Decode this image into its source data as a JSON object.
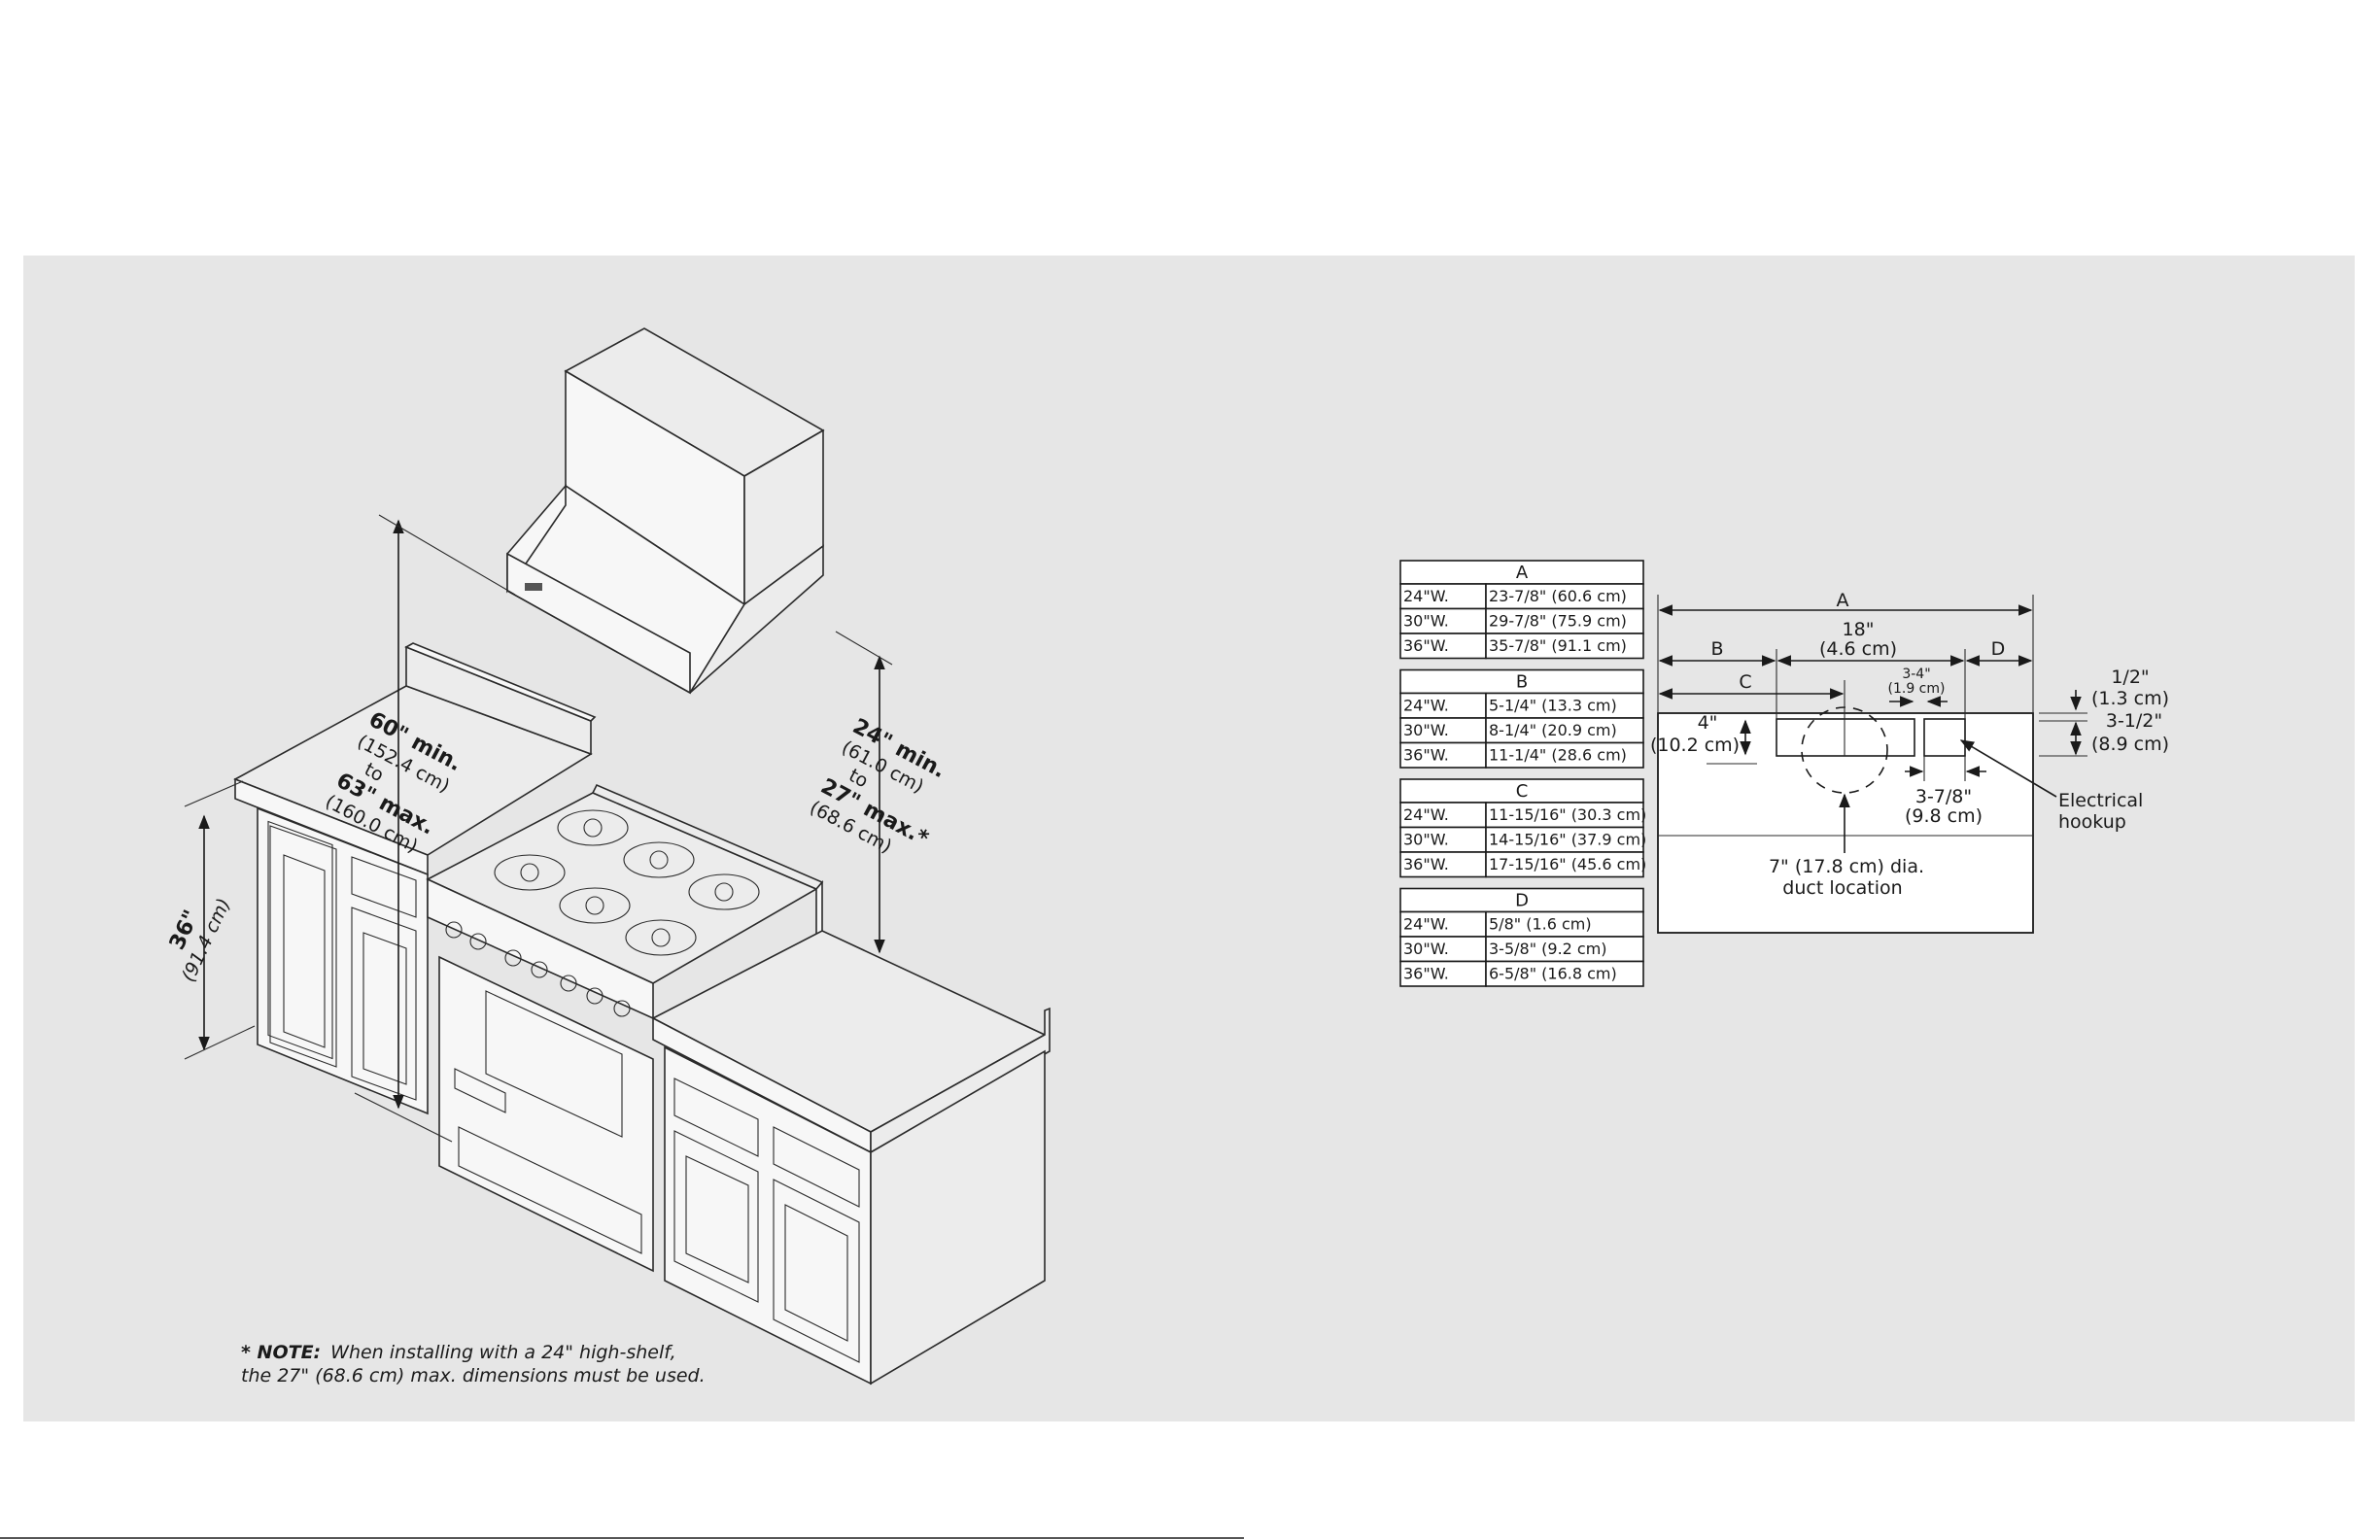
{
  "note": {
    "label": "* NOTE:",
    "line1": "When installing with a 24\" high-shelf,",
    "line2": "the 27\" (68.6 cm) max. dimensions must be used."
  },
  "dimensions_iso": {
    "counter_height": "36\"",
    "counter_height_cm": "(91.4 cm)",
    "floor_min": "60\" min.",
    "floor_min_cm": "(152.4 cm)",
    "floor_to": "to",
    "floor_max": "63\" max.",
    "floor_max_cm": "(160.0 cm)",
    "top_min": "24\" min.",
    "top_min_cm": "(61.0 cm)",
    "top_to": "to",
    "top_max": "27\" max.*",
    "top_max_cm": "(68.6 cm)"
  },
  "tables": [
    {
      "header": "A",
      "rows": [
        [
          "24\"W.",
          "23-7/8\" (60.6 cm)"
        ],
        [
          "30\"W.",
          "29-7/8\" (75.9 cm)"
        ],
        [
          "36\"W.",
          "35-7/8\" (91.1 cm)"
        ]
      ]
    },
    {
      "header": "B",
      "rows": [
        [
          "24\"W.",
          "5-1/4\" (13.3 cm)"
        ],
        [
          "30\"W.",
          "8-1/4\" (20.9 cm)"
        ],
        [
          "36\"W.",
          "11-1/4\" (28.6 cm)"
        ]
      ]
    },
    {
      "header": "C",
      "rows": [
        [
          "24\"W.",
          "11-15/16\" (30.3 cm)"
        ],
        [
          "30\"W.",
          "14-15/16\" (37.9 cm)"
        ],
        [
          "36\"W.",
          "17-15/16\" (45.6 cm)"
        ]
      ]
    },
    {
      "header": "D",
      "rows": [
        [
          "24\"W.",
          "5/8\" (1.6 cm)"
        ],
        [
          "30\"W.",
          "3-5/8\" (9.2 cm)"
        ],
        [
          "36\"W.",
          "6-5/8\" (16.8 cm)"
        ]
      ]
    }
  ],
  "plan": {
    "a": "A",
    "b": "B",
    "c": "C",
    "d": "D",
    "width18": "18\"",
    "width18_cm": "(4.6 cm)",
    "gap": "3-4\"",
    "gap_cm": "(1.9 cm)",
    "depth4": "4\"",
    "depth4_cm": "(10.2 cm)",
    "half": "1/2\"",
    "half_cm": "(1.3 cm)",
    "three_half": "3-1/2\"",
    "three_half_cm": "(8.9 cm)",
    "three78": "3-7/8\"",
    "three78_cm": "(9.8 cm)",
    "electrical1": "Electrical",
    "electrical2": "hookup",
    "duct1": "7\" (17.8 cm) dia.",
    "duct2": "duct location"
  }
}
